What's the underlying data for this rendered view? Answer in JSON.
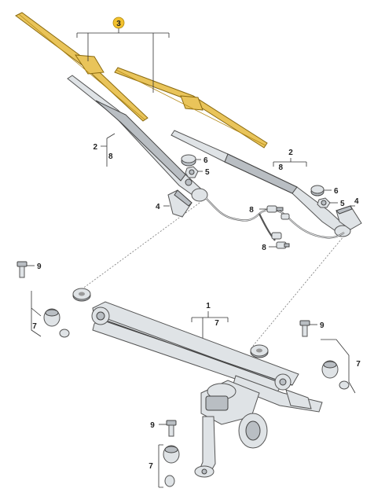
{
  "callouts": {
    "blade_set": "3",
    "arm_left": {
      "main": "2",
      "sub": "8"
    },
    "arm_right": {
      "main": "2",
      "sub": "8"
    },
    "cap_left": "6",
    "nut_left": "5",
    "cover_left": "4",
    "cap_right": "6",
    "nut_right": "5",
    "cover_right": "4",
    "hose_upper": "8",
    "hose_lower": "8",
    "linkage": {
      "main": "1",
      "sub": "7"
    },
    "bolt_left": "9",
    "bush_left": "7",
    "bolt_right": "9",
    "bush_right": "7",
    "bolt_motor": "9",
    "bush_motor": "7"
  },
  "colors": {
    "blade": "#e9c45a",
    "metal": "#dfe3e6",
    "metal_dark": "#b9bec3",
    "blade_callout_circle": "#f2c12e"
  }
}
